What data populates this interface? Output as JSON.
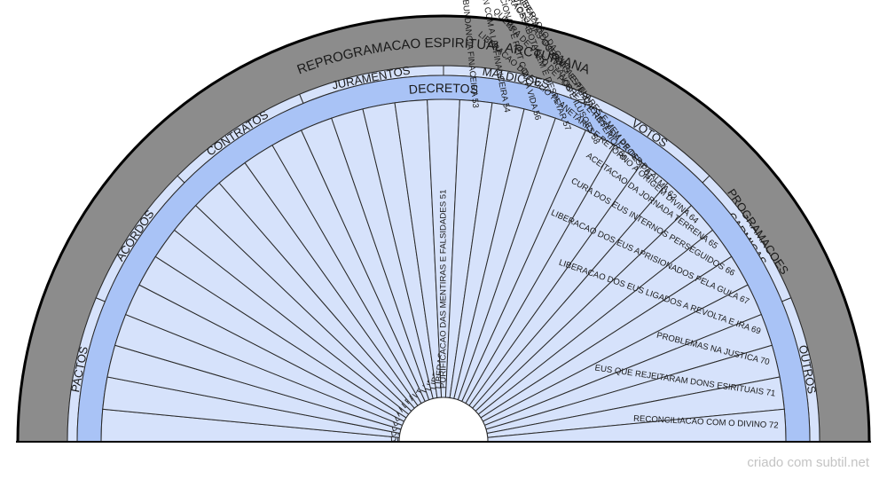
{
  "title": "REPROGRAMACAO ESPIRITUAL ARCTURIANA",
  "inner_band_label": "DECRETOS",
  "outer_sectors": [
    "PACTOS",
    "ACORDOS",
    "CONTRATOS",
    "JURAMENTOS",
    "MALDICOES",
    "VOTOS",
    "PROGRAMACOES\nCARMICAS",
    "OUTROS"
  ],
  "items": [
    "DISSOLUCAO DE MALDICAO  29",
    "DISSOLUCAO PROG CARMICA 30",
    "DESFAZER PADROES OCULTOS DE VINCULOS ESPIRIT 32",
    "DIAGNOSTICO CELULAR ARCT 34",
    "LIBERACAO DE MEMORIA CELULAR DE DOR 35",
    "REINTEGRACAO DE FRAG DA ALMA 36",
    "REPROG POSITIVA DA CELULAS 37",
    "LIBERACAO DE MEDOS E RESISTENCIAS INTERNAS 38",
    "RECONEXAO COM A MATRIZ DIVINA DA ALMA 39",
    "ANCORAMENTO DA NOVA VIBRACAO CELULAR 42",
    "LIBERACAO DE MEMM CELULAR COLETIVA",
    "TRANSMUTACAO DE TRAUMAS DE OUTRAS VIDAS 44",
    "LIBERACAO DE PACTOS E MALD LIGADAS A VICIOS 45",
    "LIBERACAO DE PACTOS E LACOS COM REL NEGATIVOS 46",
    "LIBERACAO  DE MC DE MORTES VIOLENTAS 48",
    "LIBERACAO DE MC DE ESCRAVIDAO 50",
    "PURIFICACAO DAS MENTIRAS E FALSIDADES 51",
    "PROSPERIDADE E ABUNDANCIA FINACEIRA 53",
    "LIBERACAO DE DIVIDAS E RECON COM A LIB FINANCEIRA 54",
    "LIBERT DAS SOMBRA EMOCIONAIS E REIT COM A VIDA 56",
    "AUTOSSABOTAGEM E DESPETAR 57",
    "LIBERACAO DOS ENGANOS E ILUSOES 58",
    "LIBERACAO DA CULPA E PERDAO INTERIOR 60",
    "LIBERACAO DAS GUERRAS ESTELARES E MEM DE DEST 61",
    "QUEBRA DE VOTO DE POBREZA E REST DA PROSP DA ALMA 62",
    "LIBERACAO DO EXILIO PLANETARIO E RETORNO A ORIGEM DIVINA 64",
    "ACEITACAO DA JORNADA TERRENA 65",
    "CURA DOS EUS INTERNOS PERSEGUIDOS 66",
    "LIBERACAO DOS EUS APRISIONADOS PELA GULA 67",
    "LIBERACAO DOS EUS LIGADOS A REVOLTA E IRA 69",
    "PROBLEMAS NA JUSTICA 70",
    "EUS QUE REJEITARAM DONS ESIRITUAIS 71",
    "RECONCILIACAO COM O DIVINO 72"
  ],
  "credit": "criado com subtil.net",
  "colors": {
    "outer_ring": "#8c8c8c",
    "sector_fill": "#d6e2fb",
    "decretos_band": "#a9c3f6",
    "item_fill": "#d6e2fb",
    "lines": "#2a2a2a",
    "base_line": "#000000"
  }
}
